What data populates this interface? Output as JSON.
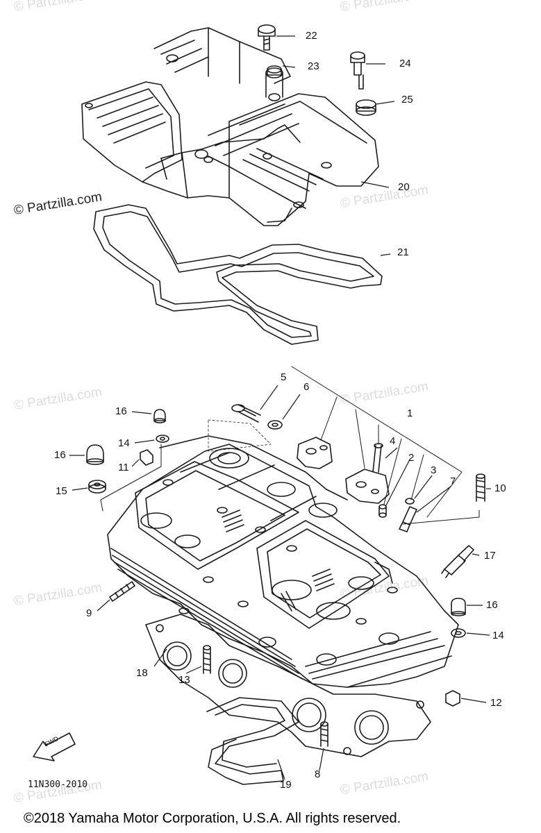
{
  "watermarks": {
    "text": "© Partzilla.com",
    "strong_text": "© Partzilla.com"
  },
  "callouts": {
    "c22": "22",
    "c23": "23",
    "c24": "24",
    "c25": "25",
    "c20": "20",
    "c21": "21",
    "c5": "5",
    "c6": "6",
    "c1": "1",
    "c4": "4",
    "c2": "2",
    "c3": "3",
    "c7": "7",
    "c10": "10",
    "c16a": "16",
    "c14a": "14",
    "c16b": "16",
    "c11": "11",
    "c15": "15",
    "c17": "17",
    "c16c": "16",
    "c14b": "14",
    "c9": "9",
    "c18": "18",
    "c13": "13",
    "c12": "12",
    "c8": "8",
    "c19": "19"
  },
  "part_code": "11N300-2010",
  "fwd_label": "FWD",
  "copyright": "©2018 Yamaha Motor Corporation, U.S.A. All rights reserved.",
  "colors": {
    "line": "#1a1a1a",
    "watermark": "#dcdcdc"
  }
}
